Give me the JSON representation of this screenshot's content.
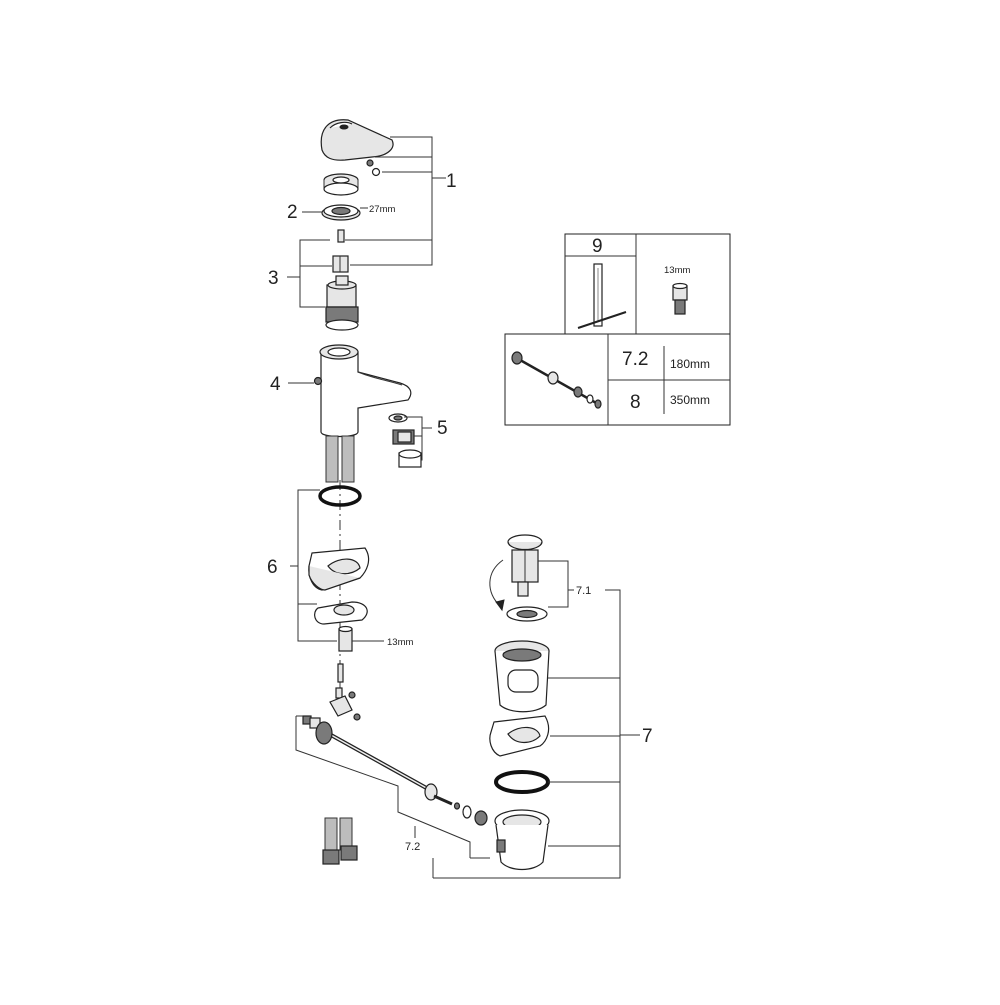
{
  "callouts": {
    "c1": "1",
    "c2": "2",
    "c3": "3",
    "c4": "4",
    "c5": "5",
    "c6": "6",
    "c7": "7",
    "c7_1": "7.1",
    "c7_2": "7.2"
  },
  "dimensions": {
    "nut": "27mm",
    "fixing_nut": "13mm"
  },
  "table": {
    "item9": "9",
    "item9_dim": "13mm",
    "item7_2": "7.2",
    "item7_2_len": "180mm",
    "item8": "8",
    "item8_len": "350mm"
  }
}
